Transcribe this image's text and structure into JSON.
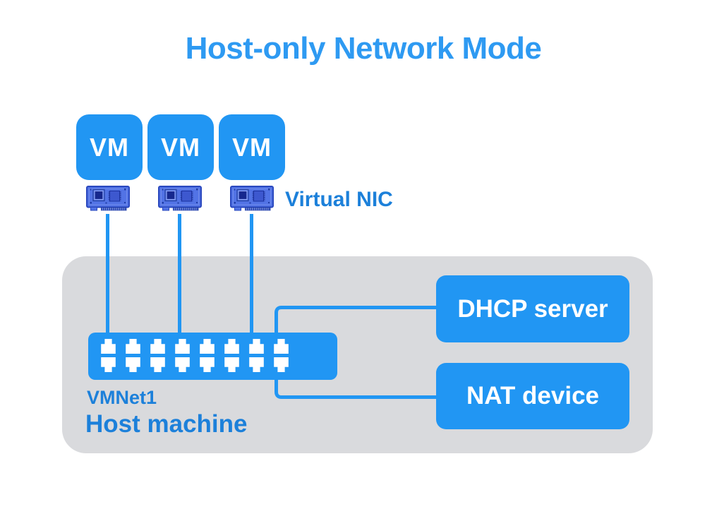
{
  "title": "Host-only Network Mode",
  "vms": [
    "VM",
    "VM",
    "VM"
  ],
  "labels": {
    "virtual_nic": "Virtual NIC"
  },
  "host": {
    "switch_label": "VMNet1",
    "machine_label": "Host machine"
  },
  "devices": [
    "DHCP server",
    "NAT device"
  ],
  "icons": {
    "virtual_nic": "network-card-icon",
    "switch_port": "ethernet-port-icon"
  },
  "colors": {
    "accent": "#2196F3",
    "title_text": "#2E9AF2",
    "label_text": "#1C80DA",
    "host_bg": "#D9DADD",
    "nic_card": "#5273E5",
    "nic_border": "#2A48BE",
    "white": "#FFFFFF"
  }
}
